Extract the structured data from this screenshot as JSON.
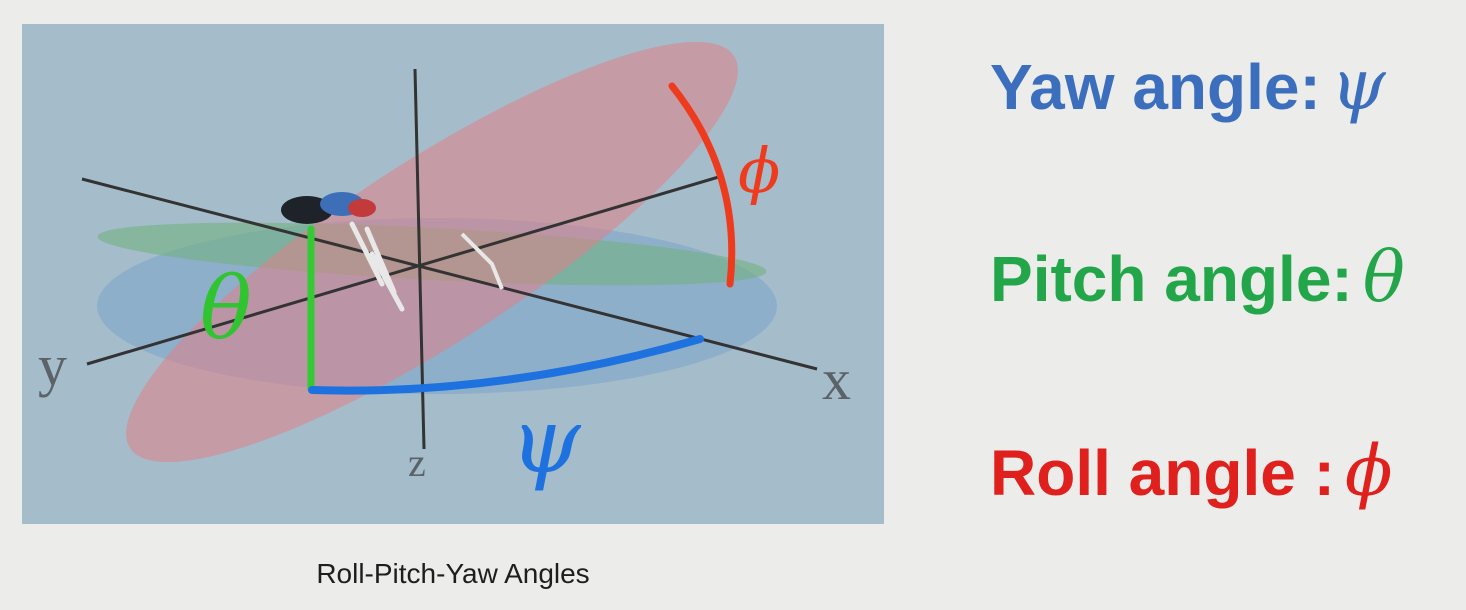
{
  "diagram": {
    "axes": {
      "x": "x",
      "y": "y",
      "z": "z"
    },
    "angle_symbols": {
      "yaw": "ψ",
      "pitch": "θ",
      "roll": "ϕ"
    },
    "caption": "Roll-Pitch-Yaw Angles"
  },
  "legend": [
    {
      "label": "Yaw angle:",
      "symbol": "ψ",
      "color": "#3b6fbd"
    },
    {
      "label": "Pitch angle:",
      "symbol": "θ",
      "color": "#23a64a"
    },
    {
      "label": "Roll angle :",
      "symbol": "ϕ",
      "color": "#e0201c"
    }
  ],
  "colors": {
    "background": "#ececea",
    "panel": "#a5bccb",
    "yaw_arc": "#1e72e0",
    "pitch_arc": "#2ecc2e",
    "roll_arc": "#ee3b1e"
  }
}
